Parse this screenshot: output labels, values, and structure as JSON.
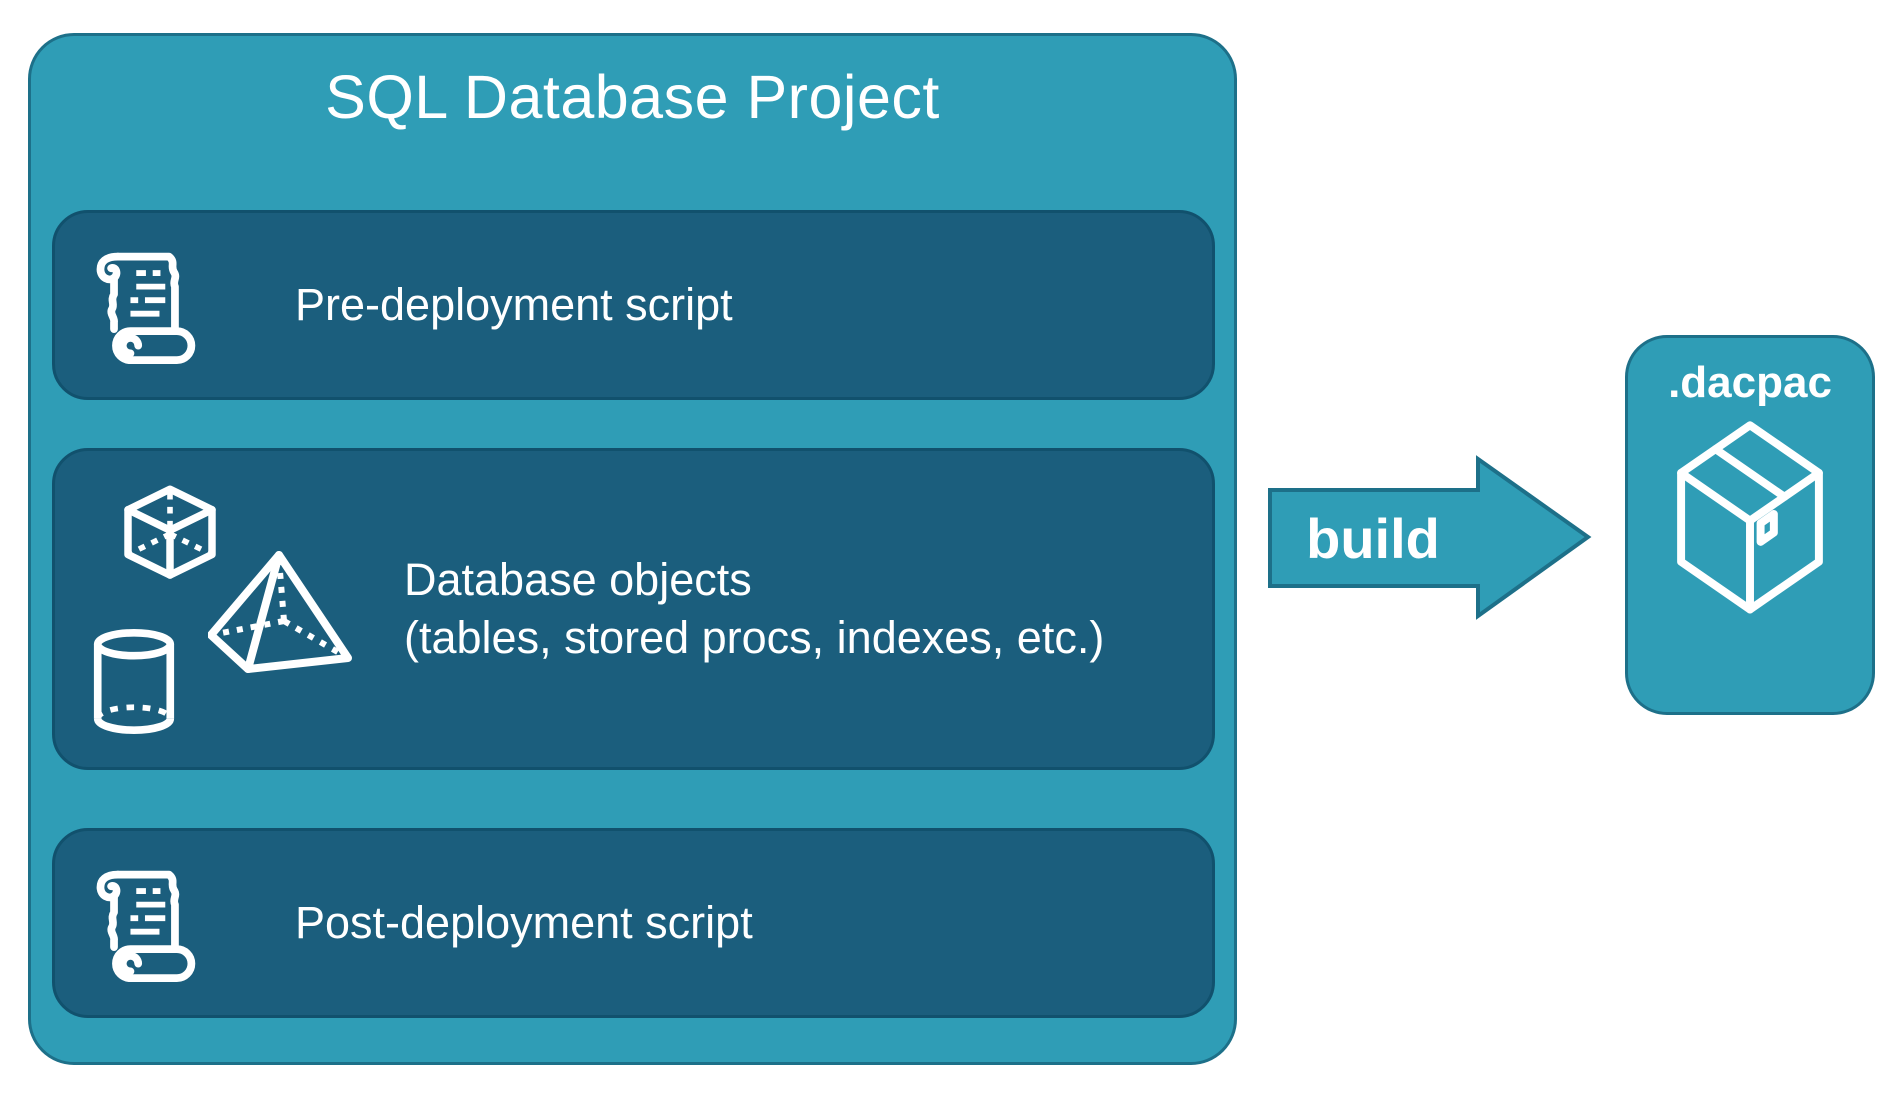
{
  "project": {
    "title": "SQL Database Project",
    "panels": [
      {
        "id": "pre-deployment",
        "label": "Pre-deployment script",
        "icon": "scroll-icon"
      },
      {
        "id": "database-objects",
        "line1": "Database objects",
        "line2": "(tables, stored procs, indexes, etc.)",
        "icons": [
          "cube-icon",
          "pyramid-icon",
          "cylinder-icon"
        ]
      },
      {
        "id": "post-deployment",
        "label": "Post-deployment script",
        "icon": "scroll-icon"
      }
    ]
  },
  "arrow": {
    "label": "build",
    "icon": "right-arrow-icon"
  },
  "artifact": {
    "title": ".dacpac",
    "icon": "package-icon"
  },
  "colors": {
    "background": "#FFFFFF",
    "container_fill": "#2F9DB6",
    "container_border": "#1D7089",
    "panel_fill": "#1B5E7D",
    "panel_border": "#11516D",
    "text": "#FFFFFF"
  }
}
